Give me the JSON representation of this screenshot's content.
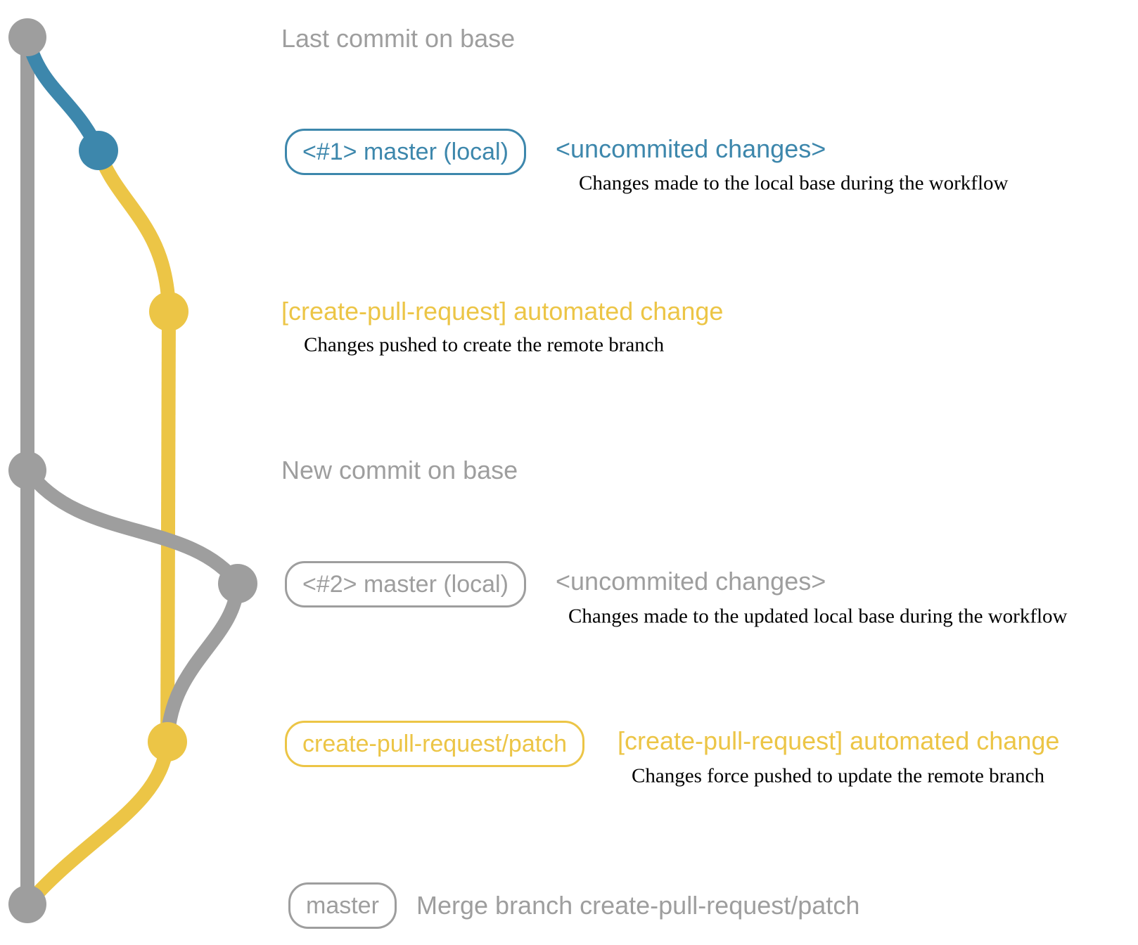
{
  "colors": {
    "base_branch": "#9e9e9e",
    "local_branch": "#3d87ac",
    "patch_branch": "#ecc546",
    "description_text": "#000000"
  },
  "rows": {
    "last_commit": {
      "label": "Last commit on base"
    },
    "commit1": {
      "badge": "<#1> master (local)",
      "label": "<uncommited changes>",
      "description": "Changes made to the local base during the workflow"
    },
    "push1": {
      "label": "[create-pull-request] automated change",
      "description": "Changes pushed to create the remote branch"
    },
    "new_commit": {
      "label": "New commit on base"
    },
    "commit2": {
      "badge": "<#2> master (local)",
      "label": "<uncommited changes>",
      "description": "Changes made to the updated local base during the workflow"
    },
    "push2": {
      "badge": "create-pull-request/patch",
      "label": "[create-pull-request] automated change",
      "description": "Changes force pushed to update the remote branch"
    },
    "merge": {
      "badge": "master",
      "label": "Merge branch create-pull-request/patch"
    }
  }
}
